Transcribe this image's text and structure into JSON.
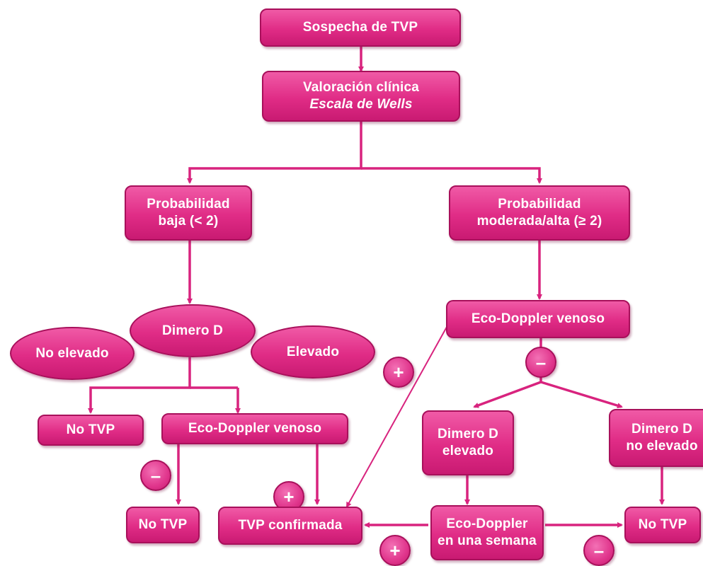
{
  "nodes": {
    "sospecha": "Sospecha de TVP",
    "valoracion_l1": "Valoración clínica",
    "valoracion_l2": "Escala de Wells",
    "prob_baja_l1": "Probabilidad",
    "prob_baja_l2": "baja (< 2)",
    "prob_alta_l1": "Probabilidad",
    "prob_alta_l2": "moderada/alta (≥ 2)",
    "dimero_d": "Dimero D",
    "no_elevado": "No elevado",
    "elevado": "Elevado",
    "eco_doppler_right": "Eco-Doppler venoso",
    "no_tvp_left": "No TVP",
    "eco_doppler_left": "Eco-Doppler venoso",
    "dimero_elevado_l1": "Dimero D",
    "dimero_elevado_l2": "elevado",
    "dimero_no_elevado_l1": "Dimero D",
    "dimero_no_elevado_l2": "no elevado",
    "no_tvp_bottom_left": "No TVP",
    "tvp_confirmada": "TVP confirmada",
    "eco_semana_l1": "Eco-Doppler",
    "eco_semana_l2": "en una semana",
    "no_tvp_bottom_right": "No TVP"
  },
  "signs": {
    "plus": "+",
    "minus": "–"
  },
  "colors": {
    "box_fill": "#e02c86",
    "box_border": "#a8105b",
    "arrow": "#d8237e",
    "text": "#ffffff"
  }
}
